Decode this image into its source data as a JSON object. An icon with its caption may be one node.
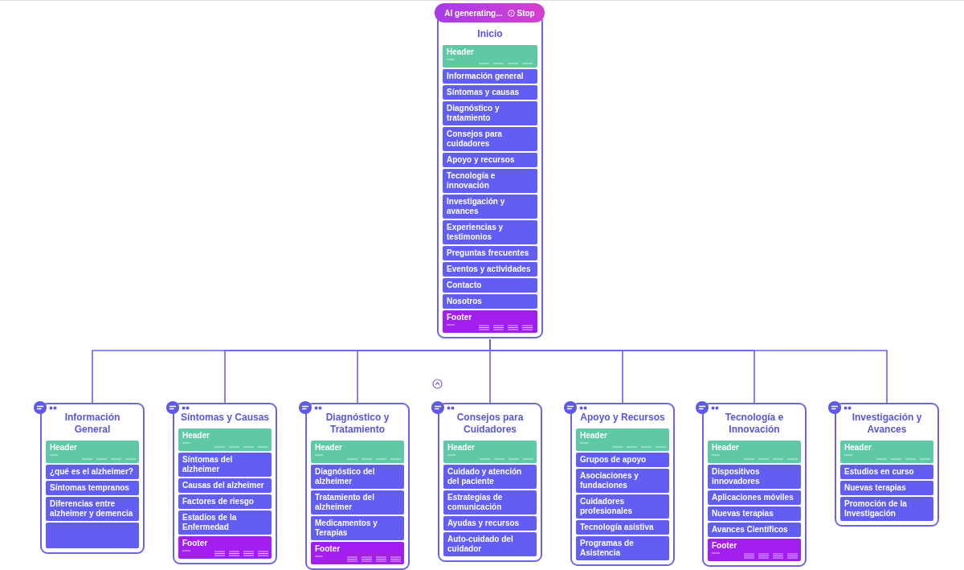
{
  "diagram": {
    "nodes": [
      {
        "text": [
          "Inicio"
        ]
      },
      {
        "text": [
          "Header"
        ],
        "in": 0
      },
      {
        "text": [
          "Información general"
        ],
        "in": 0
      },
      {
        "text": [
          "Síntomas y causas"
        ],
        "in": 0
      },
      {
        "text": [
          "Diagnóstico y tratamiento"
        ],
        "in": 0
      },
      {
        "text": [
          "Consejos para cuidadores"
        ],
        "in": 0
      },
      {
        "text": [
          "Apoyo y recursos"
        ],
        "in": 0
      },
      {
        "text": [
          "Tecnología e innovación"
        ],
        "in": 0
      },
      {
        "text": [
          "Investigación y avances"
        ],
        "in": 0
      },
      {
        "text": [
          "Experiencias y testimonios"
        ],
        "in": 0
      },
      {
        "text": [
          "Preguntas frecuentes"
        ],
        "in": 0
      },
      {
        "text": [
          "Eventos y actividades"
        ],
        "in": 0
      },
      {
        "text": [
          "Contacto"
        ],
        "in": 0
      },
      {
        "text": [
          "Nosotros"
        ],
        "in": 0
      },
      {
        "text": [
          "Footer"
        ],
        "in": 0
      },
      {
        "text": [
          "Información General"
        ]
      },
      {
        "text": [
          "Header"
        ],
        "in": 15
      },
      {
        "text": [
          "¿qué es el alzheimer?"
        ],
        "in": 15
      },
      {
        "text": [
          "Síntomas tempranos"
        ],
        "in": 15
      },
      {
        "text": [
          "Diferencias entre alzheimer y demencia"
        ],
        "in": 15
      },
      {
        "text": [],
        "shape": "box",
        "in": 15
      },
      {
        "text": [
          "Síntomas y Causas"
        ]
      },
      {
        "text": [
          "Header"
        ],
        "in": 21
      },
      {
        "text": [
          "Síntomas del alzheimer"
        ],
        "in": 21
      },
      {
        "text": [
          "Causas del alzheimer"
        ],
        "in": 21
      },
      {
        "text": [
          "Factores de riesgo"
        ],
        "in": 21
      },
      {
        "text": [
          "Estadios de la Enfermedad"
        ],
        "in": 21
      },
      {
        "text": [
          "Footer"
        ],
        "in": 21
      },
      {
        "text": [
          "Diagnóstico y Tratamiento"
        ]
      },
      {
        "text": [
          "Header"
        ],
        "in": 28
      },
      {
        "text": [
          "Diagnóstico del alzheimer"
        ],
        "in": 28
      },
      {
        "text": [
          "Tratamiento del alzheimer"
        ],
        "in": 28
      },
      {
        "text": [
          "Medicamentos y Terapias"
        ],
        "in": 28
      },
      {
        "text": [
          "Footer"
        ],
        "in": 28
      },
      {
        "text": [
          "Consejos para Cuidadores"
        ]
      },
      {
        "text": [
          "Header"
        ],
        "in": 34
      },
      {
        "text": [
          "Cuidado y atención del paciente"
        ],
        "in": 34
      },
      {
        "text": [
          "Estrategias de comunicación"
        ],
        "in": 34
      },
      {
        "text": [
          "Ayudas y recursos"
        ],
        "in": 34
      },
      {
        "text": [
          "Auto-cuidado del cuidador"
        ],
        "in": 34
      },
      {
        "text": [
          "Apoyo y Recursos"
        ]
      },
      {
        "text": [
          "Header"
        ],
        "in": 40
      },
      {
        "text": [
          "Grupos de apoyo"
        ],
        "in": 40
      },
      {
        "text": [
          "Asociaciones y fundaciones"
        ],
        "in": 40
      },
      {
        "text": [
          "Cuidadores profesionales"
        ],
        "in": 40
      },
      {
        "text": [
          "Tecnología asistiva"
        ],
        "in": 40
      },
      {
        "text": [
          "Programas de Asistencia"
        ],
        "in": 40
      },
      {
        "text": [
          "Tecnología e Innovación"
        ]
      },
      {
        "text": [
          "Header"
        ],
        "in": 47
      },
      {
        "text": [
          "Dispositivos innovadores"
        ],
        "in": 47
      },
      {
        "text": [
          "Aplicaciones móviles"
        ],
        "in": 47
      },
      {
        "text": [
          "Nuevas terapias"
        ],
        "in": 47
      },
      {
        "text": [
          "Avances Científicos"
        ],
        "in": 47
      },
      {
        "text": [
          "Footer"
        ],
        "in": 47
      },
      {
        "text": [
          "Investigación y Avances"
        ]
      },
      {
        "text": [
          "Header"
        ],
        "in": 54
      },
      {
        "text": [
          "Estudios en curso"
        ],
        "in": 54
      },
      {
        "text": [
          "Nuevas terapias"
        ],
        "in": 54
      },
      {
        "text": [
          "Promoción de la Investigación"
        ],
        "in": 54
      }
    ],
    "edges": [
      {
        "from": 0,
        "to": 15,
        "arrow": "none"
      },
      {
        "from": 0,
        "to": 21,
        "arrow": "none"
      },
      {
        "from": 0,
        "to": 28,
        "arrow": "none"
      },
      {
        "from": 0,
        "to": 34,
        "arrow": "none"
      },
      {
        "from": 0,
        "to": 40,
        "arrow": "none"
      },
      {
        "from": 0,
        "to": 47,
        "arrow": "none"
      },
      {
        "from": 0,
        "to": 54,
        "arrow": "none"
      }
    ],
    "labels": [
      "AI generating...",
      "Stop"
    ]
  }
}
